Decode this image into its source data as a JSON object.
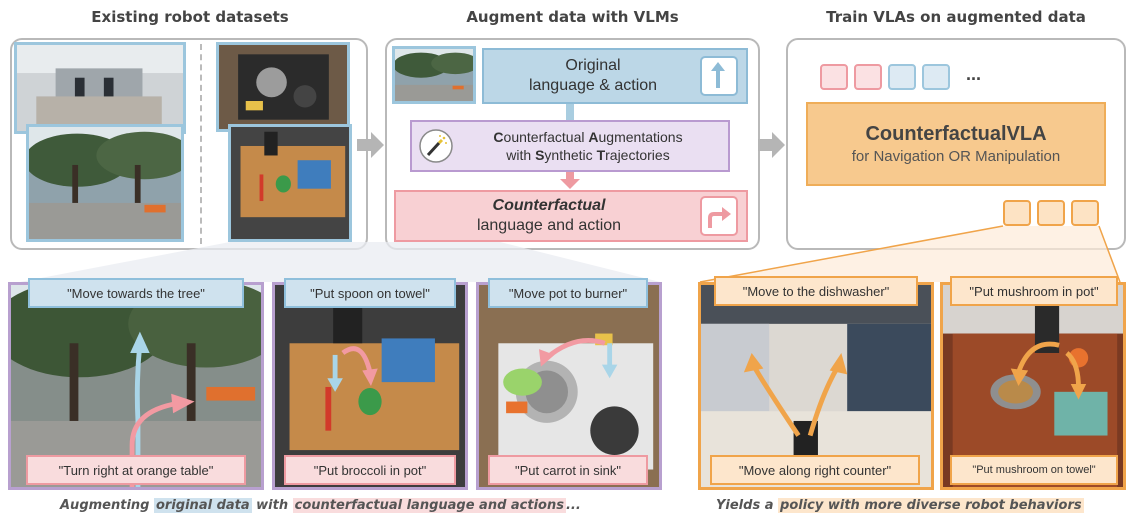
{
  "headers": {
    "existing": "Existing robot datasets",
    "augment": "Augment data with VLMs",
    "train": "Train VLAs on augmented data"
  },
  "augment_panel": {
    "original_line1": "Original",
    "original_line2": "language & action",
    "cast_line1": [
      {
        "t": "C",
        "b": true
      },
      {
        "t": "ounterfactual ",
        "b": false
      },
      {
        "t": "A",
        "b": true
      },
      {
        "t": "ugmentations",
        "b": false
      }
    ],
    "cast_line2": [
      {
        "t": "with ",
        "b": false
      },
      {
        "t": "S",
        "b": true
      },
      {
        "t": "ynthetic ",
        "b": false
      },
      {
        "t": "T",
        "b": true
      },
      {
        "t": "rajectories",
        "b": false
      }
    ],
    "cf_line1": "Counterfactual",
    "cf_line2": "language and action"
  },
  "train_panel": {
    "ellipsis": "...",
    "vla_title": "CounterfactualVLA",
    "vla_subtitle": "for Navigation OR Manipulation"
  },
  "examples": [
    {
      "top": "\"Move towards the tree\"",
      "bottom": "\"Turn right at orange table\""
    },
    {
      "top": "\"Put spoon on towel\"",
      "bottom": "\"Put broccoli in pot\""
    },
    {
      "top": "\"Move pot to burner\"",
      "bottom": "\"Put carrot in sink\""
    }
  ],
  "results": [
    {
      "top": "\"Move to the dishwasher\"",
      "bottom": "\"Move along right counter\""
    },
    {
      "top": "\"Put mushroom in pot\"",
      "bottom": "\"Put mushroom on towel\""
    }
  ],
  "captions": {
    "left_pre": "Augmenting ",
    "left_hl1": "original data",
    "left_mid": " with ",
    "left_hl2": "counterfactual language and actions",
    "left_post": "...",
    "right_pre": "Yields a ",
    "right_hl": "policy with more diverse robot behaviors"
  },
  "colors": {
    "blue": "#9cc6dd",
    "pink": "#ee9aa1",
    "purple": "#b8a0cf",
    "orange": "#f0a44a",
    "arrow_gray": "#b5b5b5"
  },
  "icons": [
    "up-arrow-icon",
    "turn-right-arrow-icon",
    "magic-wand-icon",
    "right-arrow-icon",
    "down-arrow-icon"
  ]
}
